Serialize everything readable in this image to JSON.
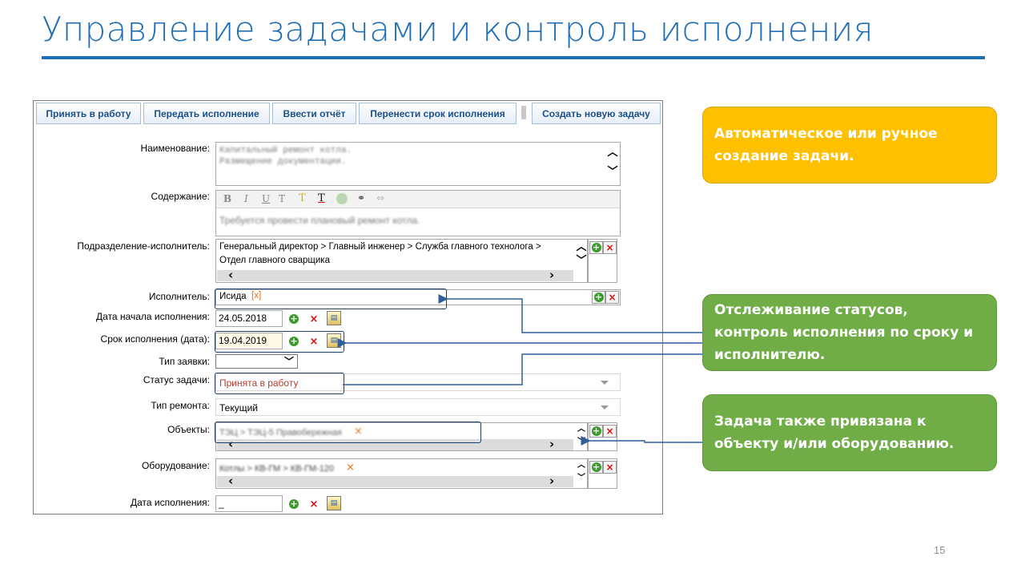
{
  "slide": {
    "title": "Управление задачами и контроль исполнения",
    "page_number": "15"
  },
  "toolbar": {
    "accept": "Принять в работу",
    "transfer": "Передать исполнение",
    "report": "Ввести отчёт",
    "postpone": "Перенести срок исполнения",
    "create": "Создать новую задачу"
  },
  "form": {
    "name_label": "Наименование:",
    "name_value": "Капитальный ремонт котла.\nРазмещение документации.",
    "content_label": "Содержание:",
    "content_value": "Требуется провести плановый ремонт котла.",
    "department_label": "Подразделение-исполнитель:",
    "department_line1": "Генеральный директор > Главный инженер > Служба главного технолога >",
    "department_line2": "Отдел главного сварщика",
    "executor_label": "Исполнитель:",
    "executor_value": "Исида",
    "executor_remove": "[x]",
    "start_date_label": "Дата начала исполнения:",
    "start_date_value": "24.05.2018",
    "due_date_label": "Срок исполнения (дата):",
    "due_date_value": "19.04.2019",
    "request_type_label": "Тип заявки:",
    "request_type_value": "",
    "status_label": "Статус задачи:",
    "status_value": "Принята в работу",
    "repair_type_label": "Тип ремонта:",
    "repair_type_value": "Текущий",
    "objects_label": "Объекты:",
    "objects_value": "ТЭЦ > ТЭЦ-5 Правобережная",
    "equipment_label": "Оборудование:",
    "equipment_value": "Котлы > КВ-ГМ > КВ-ГМ-120",
    "done_date_label": "Дата исполнения:",
    "done_date_value": "_"
  },
  "callouts": {
    "auto": "Автоматическое или ручное создание задачи.",
    "tracking": "Отслеживание статусов, контроль исполнения по сроку и исполнителю.",
    "binding": "Задача также привязана к объекту и/или оборудованию."
  },
  "colors": {
    "title_blue": "#1f6eb5",
    "callout_yellow": "#ffc000",
    "callout_green": "#70ad47",
    "status_red": "#c0392b"
  }
}
